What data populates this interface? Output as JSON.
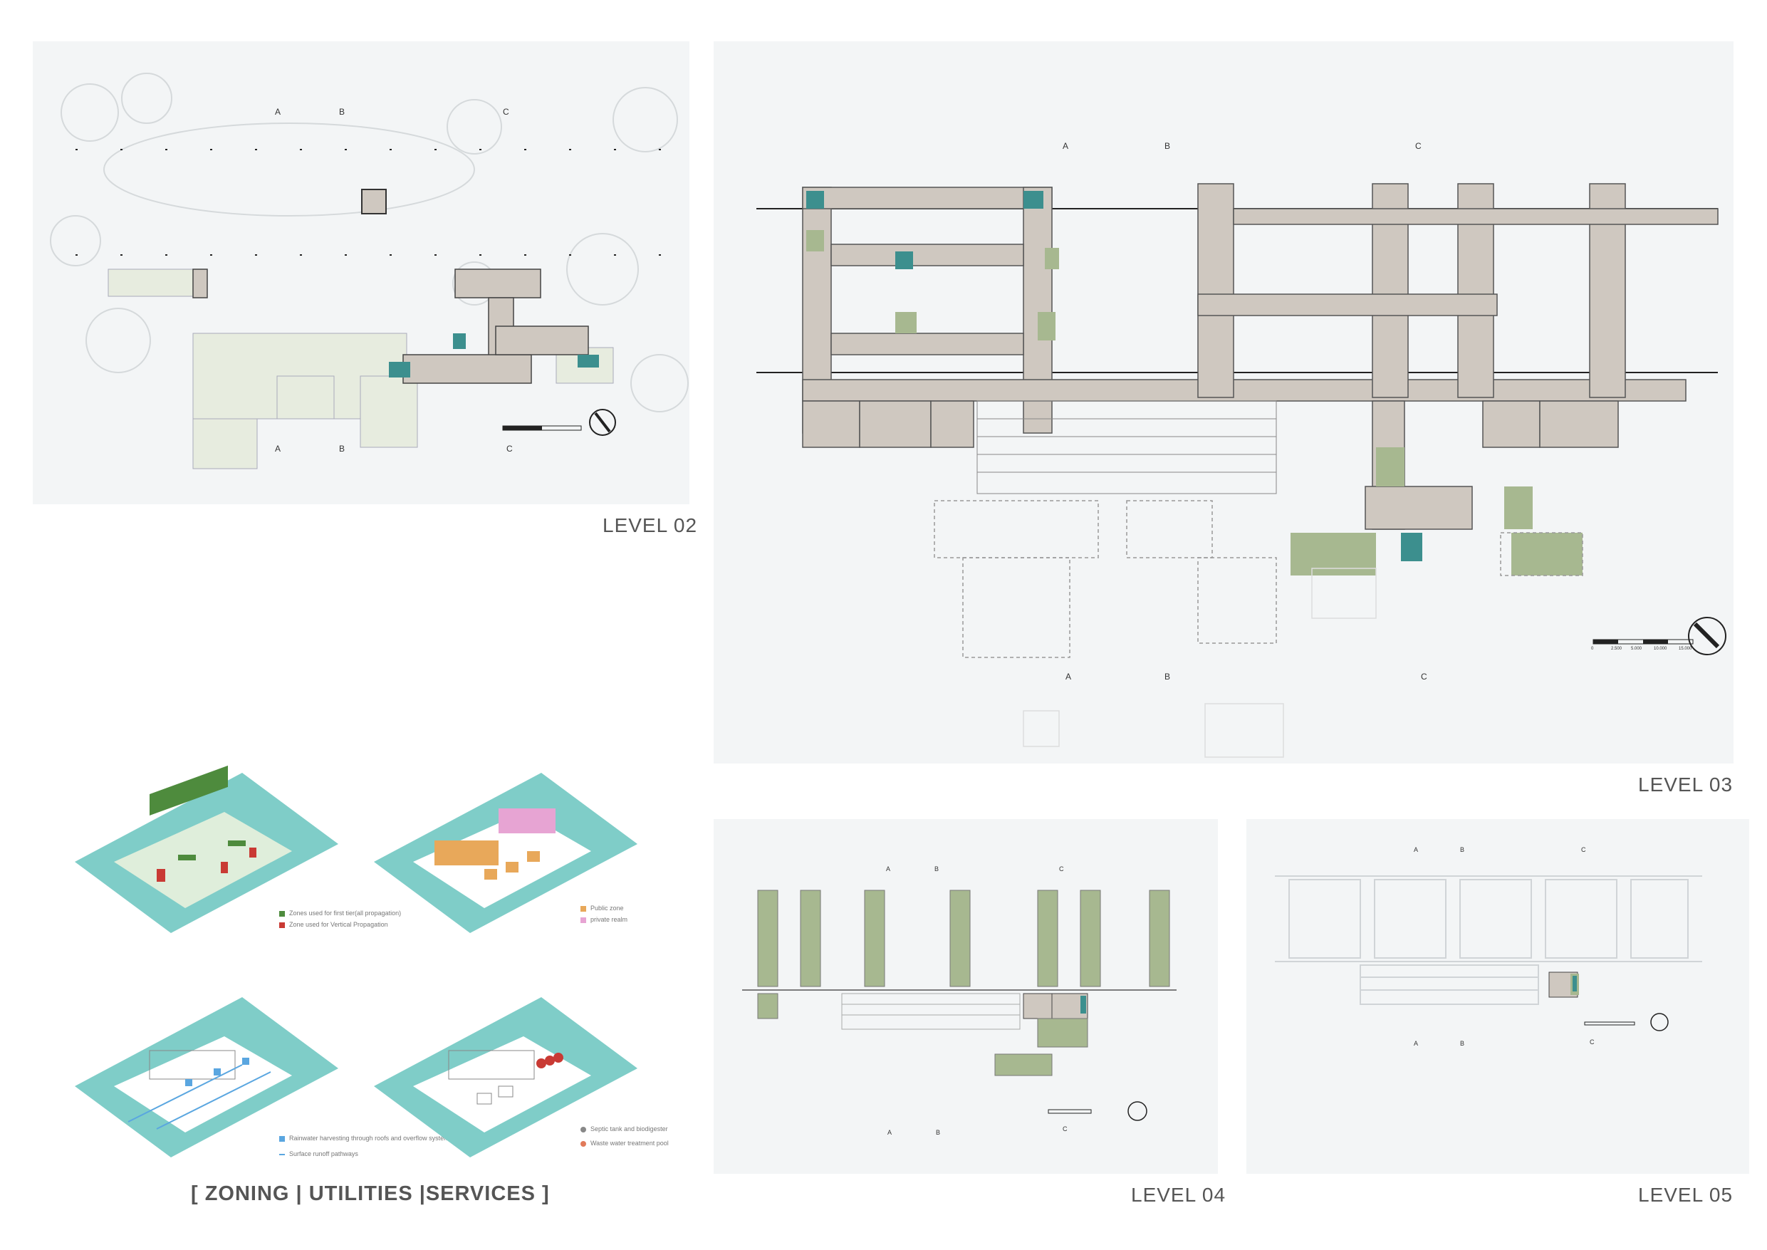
{
  "levels": {
    "level02": "LEVEL 02",
    "level03": "LEVEL 03",
    "level04": "LEVEL 04",
    "level05": "LEVEL 05"
  },
  "diagram_title": "[ ZONING | UTILITIES |SERVICES ]",
  "section_letters": [
    "A",
    "B",
    "C"
  ],
  "scale_labels": [
    "0",
    "2.500",
    "5.000",
    "10.000",
    "15.000"
  ],
  "legends": {
    "zoning": [
      "Zones used for first tier(all propagation)",
      "Zone used for Vertical Propagation"
    ],
    "utilities": [
      "Public zone",
      "private realm"
    ],
    "rainwater": [
      "Rainwater harvesting through roofs and overflow system",
      "Surface runoff pathways"
    ],
    "services": [
      "Septic tank and biodigester",
      "Waste water treatment pool"
    ]
  },
  "colors": {
    "panel_bg": "#f3f5f6",
    "floor": "#cfc8c0",
    "green": "#8aa070",
    "teal": "#3c8f8e",
    "iso_ground": "#7fcdc8",
    "iso_green": "#4e8b3d",
    "iso_red": "#c93a34",
    "iso_orange": "#e8a85a",
    "iso_pink": "#e7a4d3",
    "iso_blue": "#5aa6e0"
  }
}
